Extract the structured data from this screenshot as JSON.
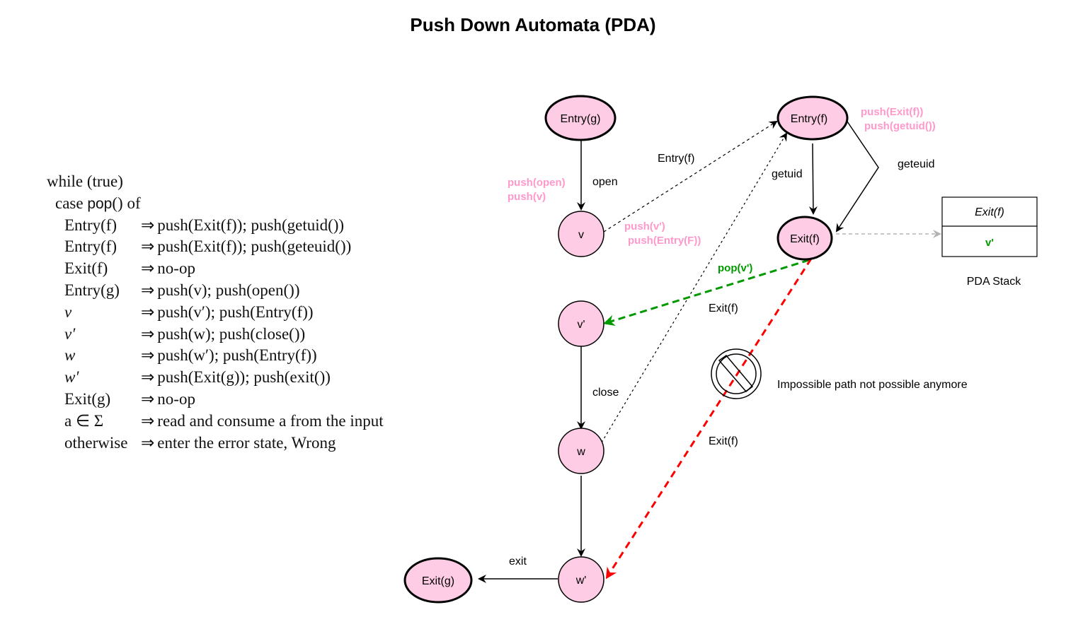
{
  "title": "Push Down Automata (PDA)",
  "colors": {
    "node_fill": "#ffcce6",
    "pink_text": "#ff99cc",
    "green": "#009900",
    "red": "#ff0000",
    "gray_arrow": "#b3b3b3"
  },
  "code": {
    "line1": "while (true)",
    "line2_a": "case ",
    "line2_b": "pop",
    "line2_c": "() of",
    "rules": [
      {
        "lhs": "Entry(f)",
        "rhs": "push(Exit(f)); push(getuid())"
      },
      {
        "lhs": "Entry(f)",
        "rhs": "push(Exit(f)); push(geteuid())"
      },
      {
        "lhs": "Exit(f)",
        "rhs": "no-op"
      },
      {
        "lhs": "Entry(g)",
        "rhs": "push(v); push(open())"
      },
      {
        "lhs": "v",
        "rhs": "push(v′); push(Entry(f))"
      },
      {
        "lhs": "v′",
        "rhs": "push(w); push(close())"
      },
      {
        "lhs": "w",
        "rhs": "push(w′); push(Entry(f))"
      },
      {
        "lhs": "w′",
        "rhs": "push(Exit(g)); push(exit())"
      },
      {
        "lhs": "Exit(g)",
        "rhs": "no-op"
      },
      {
        "lhs": "a ∈ Σ",
        "rhs": "read and consume a from the input"
      },
      {
        "lhs": "otherwise",
        "rhs": "enter the error state, Wrong"
      }
    ],
    "arrow": "⇒"
  },
  "nodes": {
    "entry_g": "Entry(g)",
    "v": "v",
    "v_prime": "v'",
    "w": "w",
    "w_prime": "w'",
    "exit_g": "Exit(g)",
    "entry_f": "Entry(f)",
    "exit_f": "Exit(f)"
  },
  "edge_labels": {
    "open": "open",
    "entry_f": "Entry(f)",
    "getuid": "getuid",
    "geteuid": "geteuid",
    "close": "close",
    "exit": "exit",
    "exit_f_1": "Exit(f)",
    "exit_f_2": "Exit(f)",
    "pop_v_prime": "pop(v')"
  },
  "annotations": {
    "push_open": "push(open)",
    "push_v": "push(v)",
    "push_v_prime": "push(v')",
    "push_entry_F": "push(Entry(F))",
    "push_exit_f": "push(Exit(f))",
    "push_getuid": "push(getuid())",
    "impossible": "Impossible path not possible anymore"
  },
  "stack": {
    "caption": "PDA Stack",
    "cells": [
      "Exit(f)",
      "v'"
    ]
  }
}
